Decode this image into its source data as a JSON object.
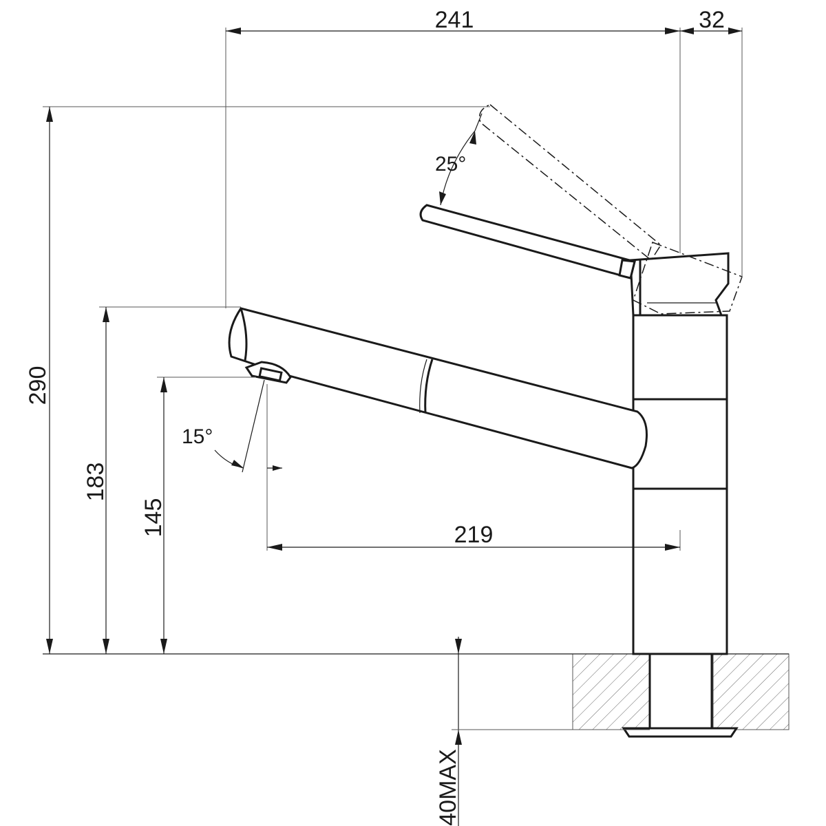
{
  "drawing": {
    "dimensions": {
      "spout_reach_top": "241",
      "handle_offset": "32",
      "total_height": "290",
      "spout_height": "183",
      "outlet_height": "145",
      "outlet_reach": "219",
      "mount_thickness": "40MAX"
    },
    "angles": {
      "lever_swing": "25°",
      "outlet_tilt": "15°"
    }
  }
}
